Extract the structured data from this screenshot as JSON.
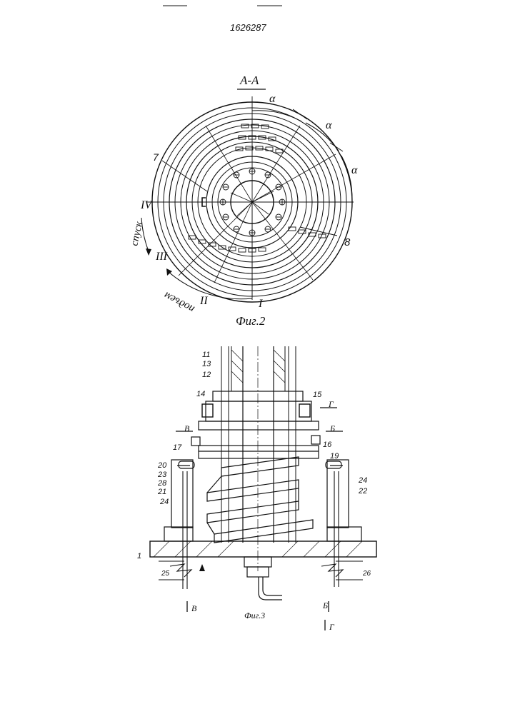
{
  "patent_number": "1626287",
  "fig2": {
    "section_label": "A-A",
    "caption": "Фиг.2",
    "angle_labels": [
      "α",
      "α",
      "α"
    ],
    "positions": [
      "I",
      "II",
      "III",
      "IV"
    ],
    "labels": {
      "n7": "7",
      "n8": "8"
    },
    "direction_down": "спуск",
    "direction_feed": "подъем"
  },
  "fig3": {
    "caption": "Фиг.3",
    "labels": {
      "n1": "1",
      "n11": "11",
      "n12": "12",
      "n13": "13",
      "n14": "14",
      "n15": "15",
      "n16": "16",
      "n17": "17",
      "n19": "19",
      "n20": "20",
      "n21": "21",
      "n22": "22",
      "n23": "23",
      "n24a": "24",
      "n24b": "24",
      "n25": "25",
      "n26": "26",
      "n28": "28"
    },
    "section_marks": {
      "v_top": "В",
      "b_top": "Б",
      "g_top": "Г",
      "v_bottom": "В",
      "b_bottom": "Б",
      "g_bottom": "Г"
    }
  }
}
